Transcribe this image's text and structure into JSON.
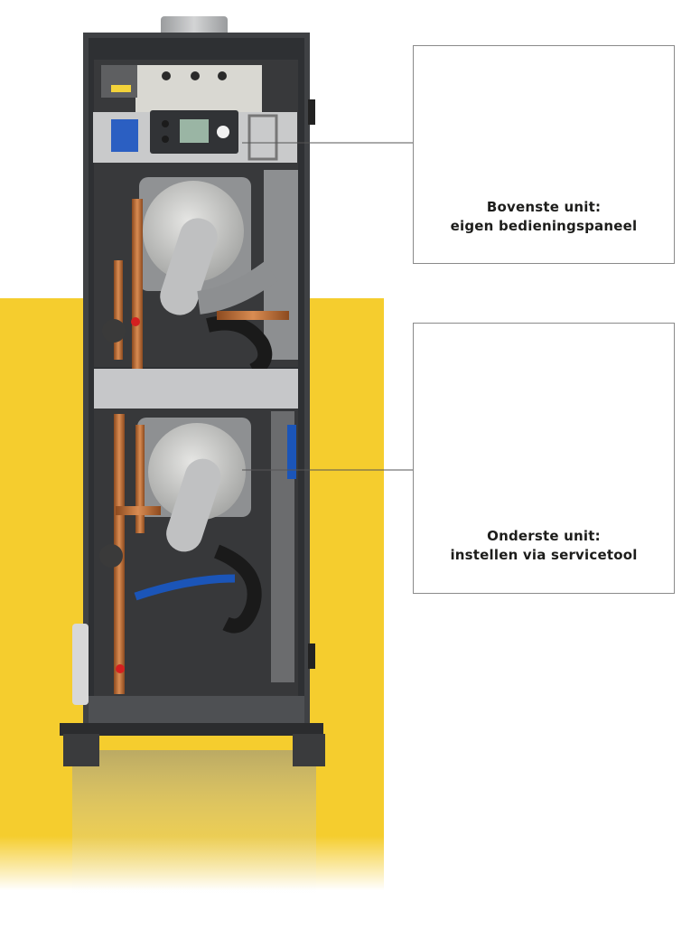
{
  "colors": {
    "accent_yellow": "#f5cd2e",
    "cabinet_grey": "#4b4d50",
    "callout_border": "#8a8a8a",
    "text": "#1d1d1b"
  },
  "callouts": [
    {
      "line1": "Bovenste unit:",
      "line2": "eigen bedieningspaneel",
      "image": "control-panel-photo"
    },
    {
      "line1": "Onderste unit:",
      "line2": "instellen via servicetool",
      "image": "servicetool-photo"
    }
  ]
}
